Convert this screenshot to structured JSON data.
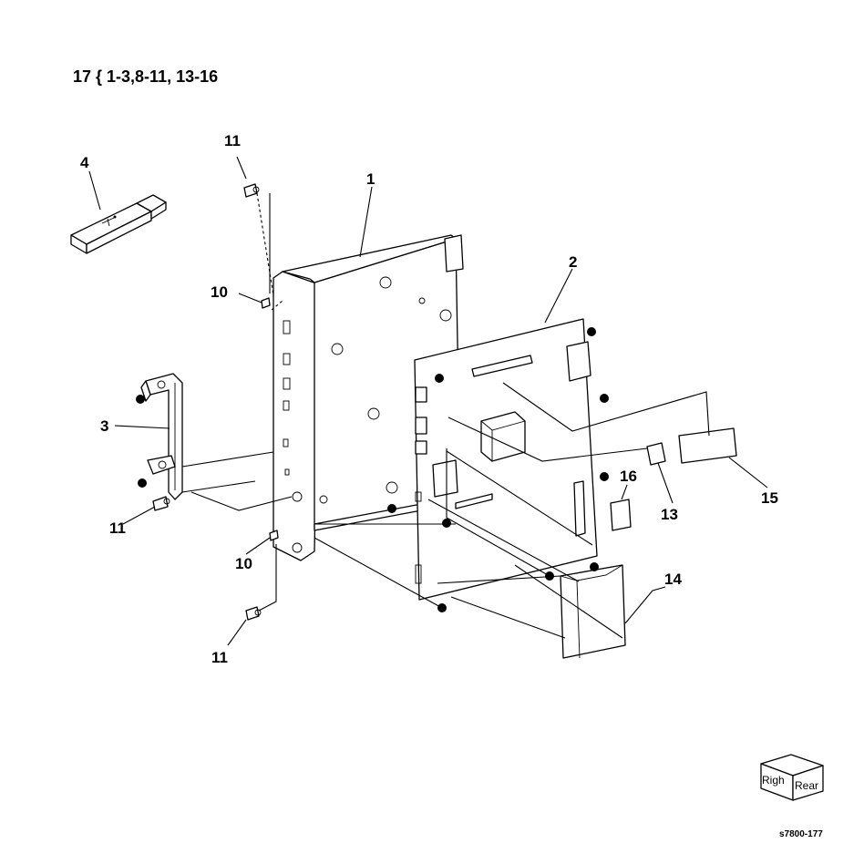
{
  "header": {
    "text": "17 { 1-3,8-11, 13-16"
  },
  "figure_id": "s7800-177",
  "orientation": {
    "right_label": "Righ",
    "rear_label": "Rear"
  },
  "callouts": {
    "c1": "1",
    "c2": "2",
    "c3": "3",
    "c4": "4",
    "c10a": "10",
    "c10b": "10",
    "c11a": "11",
    "c11b": "11",
    "c11c": "11",
    "c13": "13",
    "c14": "14",
    "c15": "15",
    "c16": "16"
  }
}
